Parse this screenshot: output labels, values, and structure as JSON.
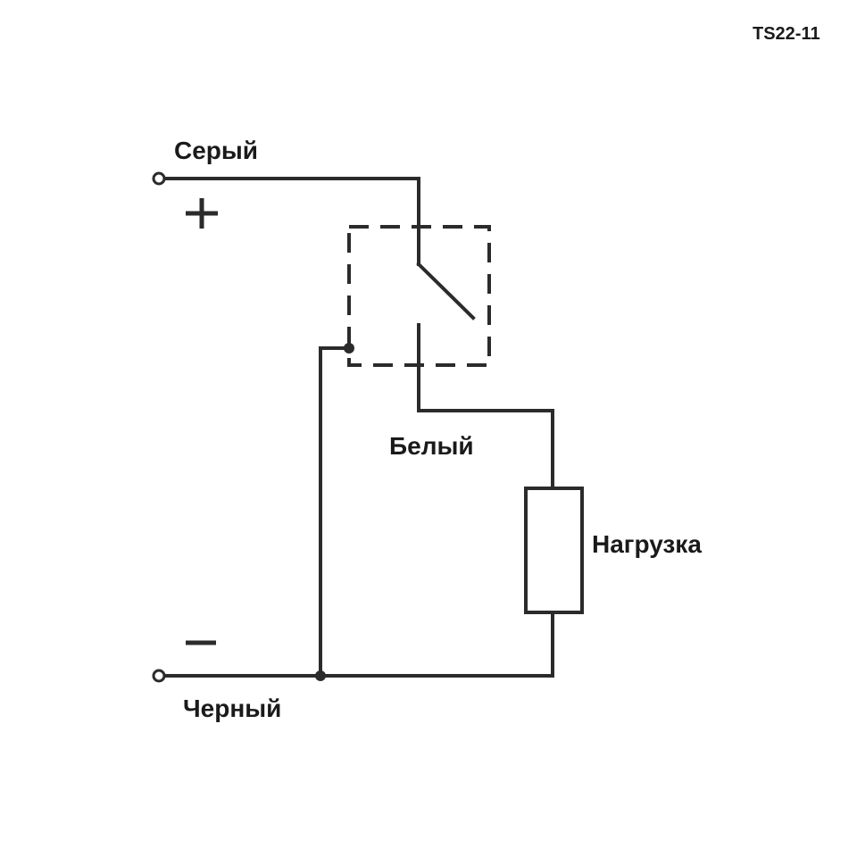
{
  "model_code": "TS22-11",
  "wires": {
    "gray_label": "Серый",
    "black_label": "Черный",
    "white_label": "Белый"
  },
  "load_label": "Нагрузка",
  "polarity": {
    "positive": "+",
    "negative": "−"
  },
  "colors": {
    "line": "#2b2b2b",
    "text": "#1a1a1a",
    "background": "#ffffff"
  }
}
